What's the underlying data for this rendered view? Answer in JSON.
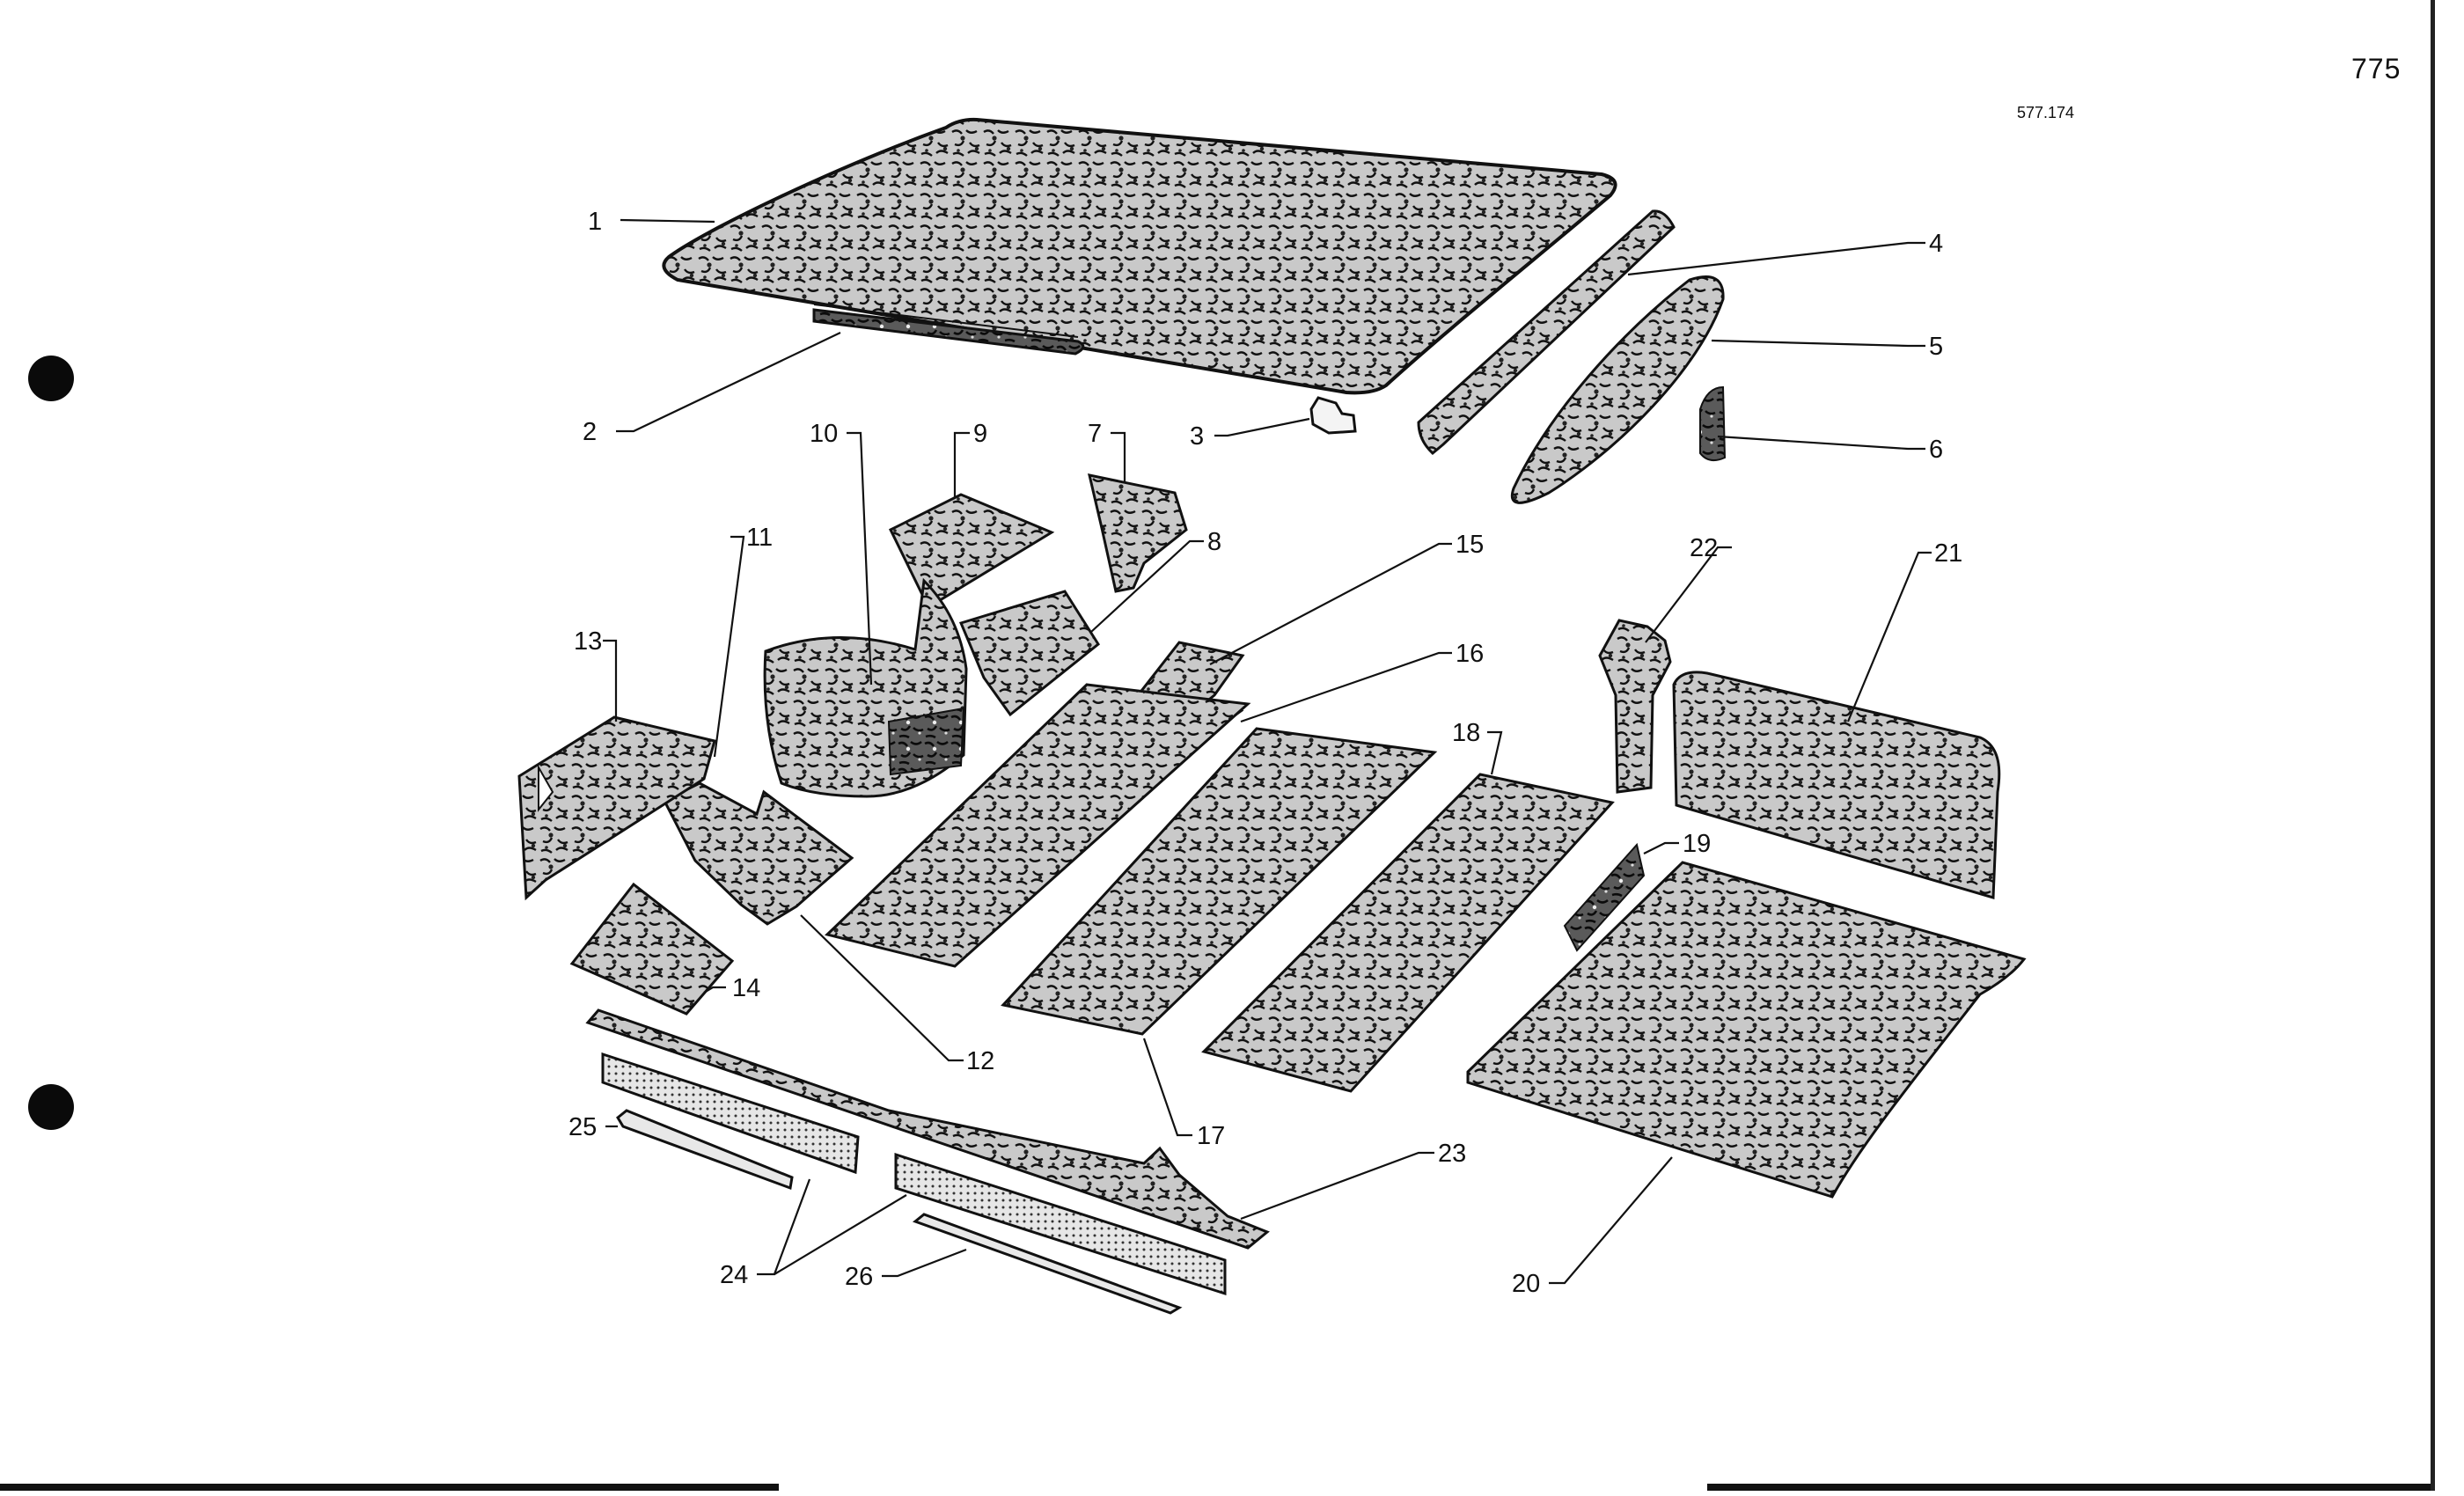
{
  "page_number": "775",
  "drawing_ref": "577.174",
  "callouts": {
    "c1": "1",
    "c2": "2",
    "c3": "3",
    "c4": "4",
    "c5": "5",
    "c6": "6",
    "c7": "7",
    "c8": "8",
    "c9": "9",
    "c10": "10",
    "c11": "11",
    "c12": "12",
    "c13": "13",
    "c14": "14",
    "c15": "15",
    "c16": "16",
    "c17": "17",
    "c18": "18",
    "c19": "19",
    "c20": "20",
    "c21": "21",
    "c22": "22",
    "c23": "23",
    "c24": "24",
    "c25": "25",
    "c26": "26"
  },
  "colors": {
    "ink": "#111111",
    "felt_light": "#bdbdbd",
    "felt_dark": "#1a1a1a"
  }
}
